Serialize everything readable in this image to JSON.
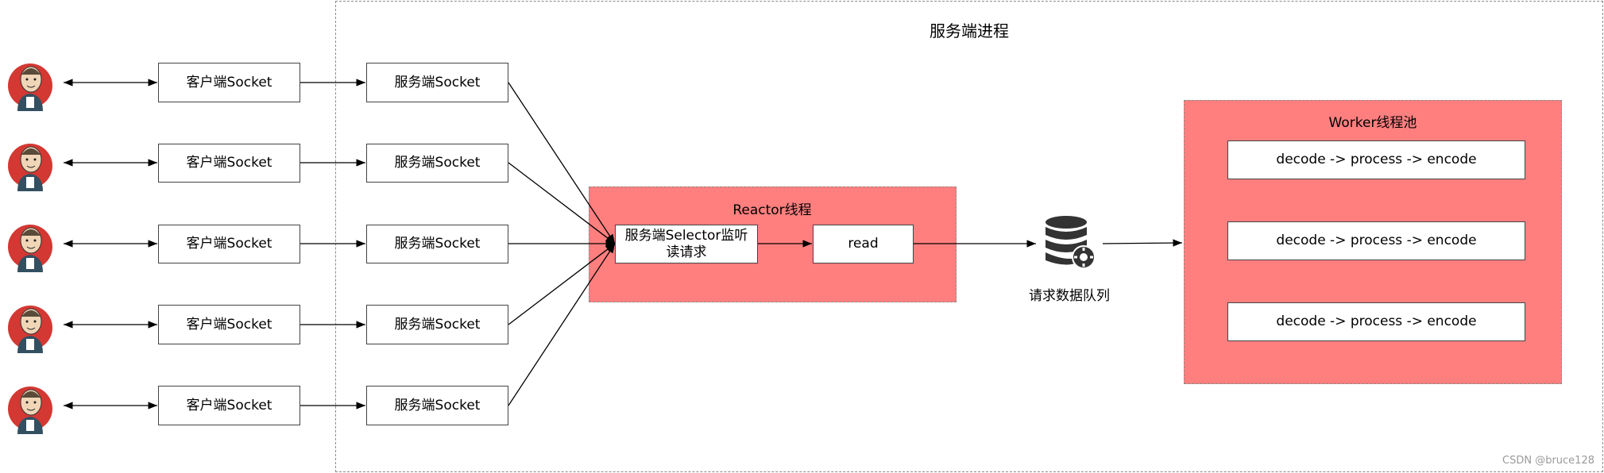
{
  "diagram": {
    "server_process_title": "服务端进程",
    "client_socket_label": "客户端Socket",
    "server_socket_label": "服务端Socket",
    "reactor": {
      "title": "Reactor线程",
      "selector_label": "服务端Selector监听读请求",
      "read_label": "read"
    },
    "queue_label": "请求数据队列",
    "worker_pool": {
      "title": "Worker线程池",
      "tasks": [
        "decode -> process -> encode",
        "decode -> process -> encode",
        "decode -> process -> encode"
      ]
    },
    "clients": [
      {
        "avatar": "jenkins-butler-icon"
      },
      {
        "avatar": "jenkins-butler-icon"
      },
      {
        "avatar": "jenkins-butler-icon"
      },
      {
        "avatar": "jenkins-butler-icon"
      },
      {
        "avatar": "jenkins-butler-icon"
      }
    ],
    "colors": {
      "red_fill": "#ff7f7f",
      "avatar_red": "#d33833",
      "queue_icon": "#333333"
    }
  },
  "watermark": "CSDN @bruce128"
}
